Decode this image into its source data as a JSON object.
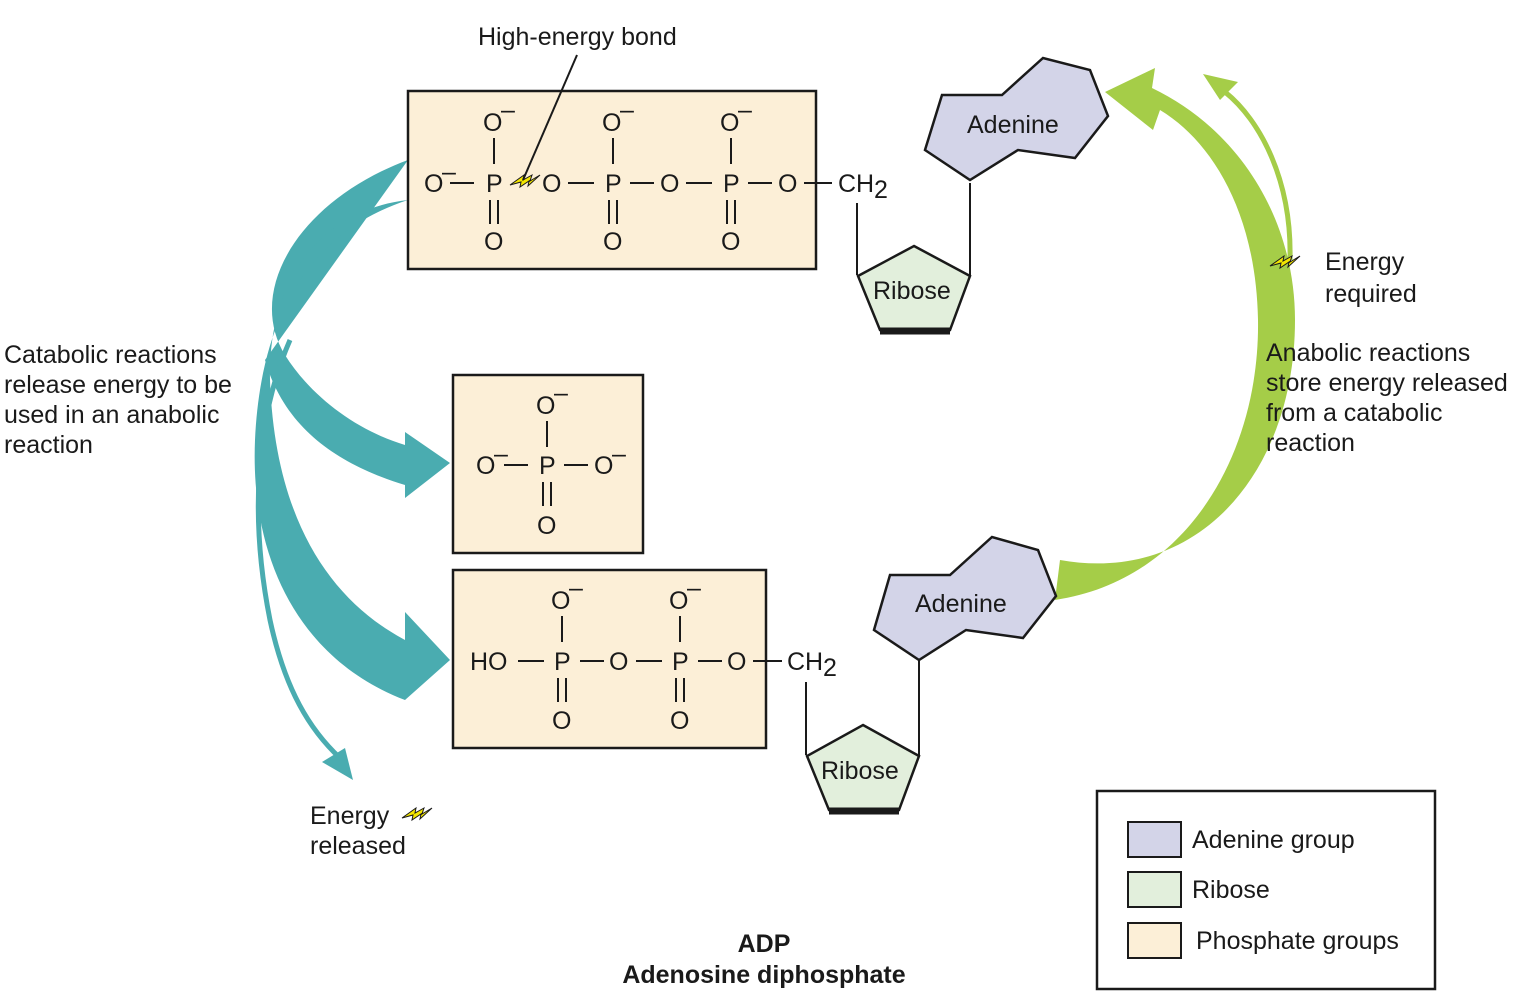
{
  "labels": {
    "high_energy_bond": "High-energy bond",
    "catabolic": [
      "Catabolic reactions",
      "release energy to be",
      "used in an anabolic",
      "reaction"
    ],
    "anabolic": [
      "Anabolic reactions",
      "store energy released",
      "from a catabolic",
      "reaction"
    ],
    "energy_required": [
      "Energy",
      "required"
    ],
    "energy_released": [
      "Energy",
      "released"
    ],
    "adp_abbrev": "ADP",
    "adp_full": "Adenosine diphosphate"
  },
  "molecules": {
    "adenine": "Adenine",
    "ribose": "Ribose",
    "ch2": "CH",
    "ch2_sub": "2",
    "phosphorus": "P",
    "oxygen": "O",
    "o_minus": "O",
    "minus": "–",
    "ho": "HO"
  },
  "legend": {
    "items": [
      {
        "label": "Adenine group",
        "color": "#d3d4e8"
      },
      {
        "label": "Ribose",
        "color": "#e2efdc"
      },
      {
        "label": "Phosphate groups",
        "color": "#fcefd7"
      }
    ]
  },
  "colors": {
    "teal": "#4aacb0",
    "green": "#a5cd48",
    "phosphate_fill": "#fcefd7",
    "adenine_fill": "#d3d4e8",
    "ribose_fill": "#e2efdc",
    "bolt": "#f3e600"
  }
}
